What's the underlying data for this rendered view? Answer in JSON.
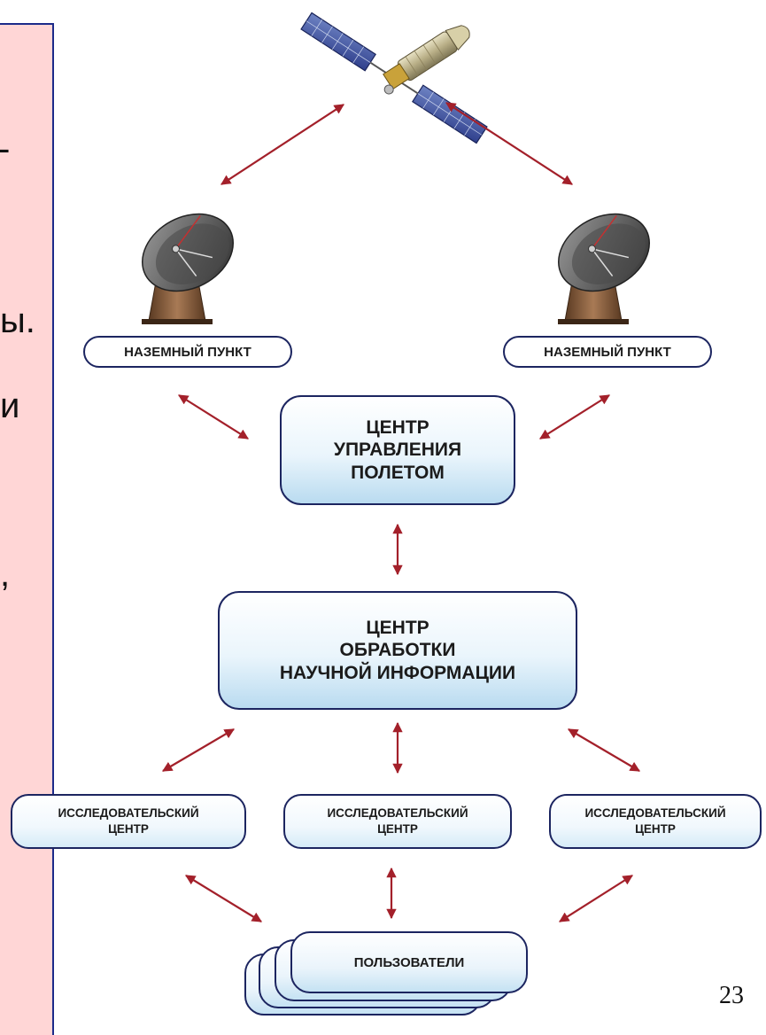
{
  "side_panel": {
    "fragments": [
      "-",
      "ы.",
      "и",
      ","
    ]
  },
  "ground_station_left": {
    "label": "НАЗЕМНЫЙ ПУНКТ"
  },
  "ground_station_right": {
    "label": "НАЗЕМНЫЙ ПУНКТ"
  },
  "mission_control": {
    "label": "ЦЕНТР\nУПРАВЛЕНИЯ\nПОЛЕТОМ"
  },
  "science_center": {
    "label": "ЦЕНТР\nОБРАБОТКИ\nНАУЧНОЙ ИНФОРМАЦИИ"
  },
  "research_centers": [
    {
      "line1": "ИССЛЕДОВАТЕЛЬСКИЙ",
      "line2": "ЦЕНТР"
    },
    {
      "line1": "ИССЛЕДОВАТЕЛЬСКИЙ",
      "line2": "ЦЕНТР"
    },
    {
      "line1": "ИССЛЕДОВАТЕЛЬСКИЙ",
      "line2": "ЦЕНТР"
    }
  ],
  "users": {
    "label": "ПОЛЬЗОВАТЕЛИ"
  },
  "page_number": "23",
  "colors": {
    "arrow": "#a3202a",
    "box_border": "#1c2560",
    "side_panel_bg": "#ffd6d6",
    "side_panel_border": "#1c2a8a"
  }
}
